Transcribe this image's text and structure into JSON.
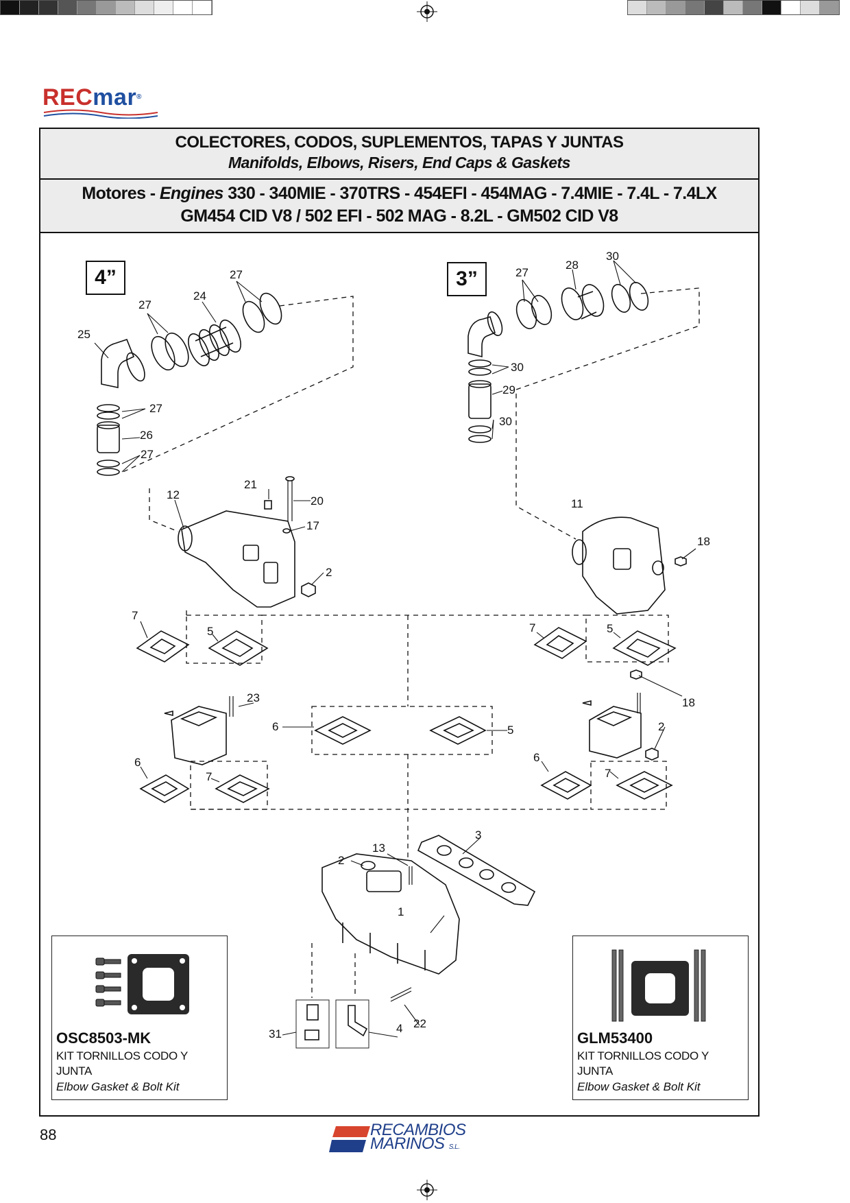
{
  "header": {
    "title_es": "COLECTORES, CODOS, SUPLEMENTOS, TAPAS Y JUNTAS",
    "title_en": "Manifolds, Elbows, Risers, End Caps & Gaskets",
    "engines_label_es": "Motores - ",
    "engines_label_en": "Engines",
    "engines_line1": " 330 - 340MIE - 370TRS - 454EFI - 454MAG - 7.4MIE - 7.4L - 7.4LX",
    "engines_line2": "GM454 CID V8  /  502 EFI - 502 MAG - 8.2L - GM502 CID V8"
  },
  "logo_top": {
    "part1": "REC",
    "part2": "mar",
    "reg": "®"
  },
  "diagram": {
    "size_left": "4”",
    "size_right": "3”",
    "callouts": [
      "1",
      "2",
      "3",
      "4",
      "5",
      "6",
      "7",
      "11",
      "12",
      "13",
      "17",
      "18",
      "20",
      "21",
      "22",
      "23",
      "24",
      "25",
      "26",
      "27",
      "28",
      "29",
      "30",
      "31"
    ]
  },
  "kits": [
    {
      "code": "OSC8503-MK",
      "desc_es": "KIT TORNILLOS CODO Y JUNTA",
      "desc_en": "Elbow Gasket & Bolt Kit"
    },
    {
      "code": "GLM53400",
      "desc_es": "KIT TORNILLOS CODO Y JUNTA",
      "desc_en": "Elbow Gasket & Bolt Kit"
    }
  ],
  "footer": {
    "page_number": "88",
    "brand_line1": "RECAMBIOS",
    "brand_line2": "MARINOS",
    "brand_suffix": "S.L."
  },
  "colors": {
    "brand_red": "#c8302c",
    "brand_blue": "#1f4fa0",
    "header_bg": "#ececec"
  }
}
